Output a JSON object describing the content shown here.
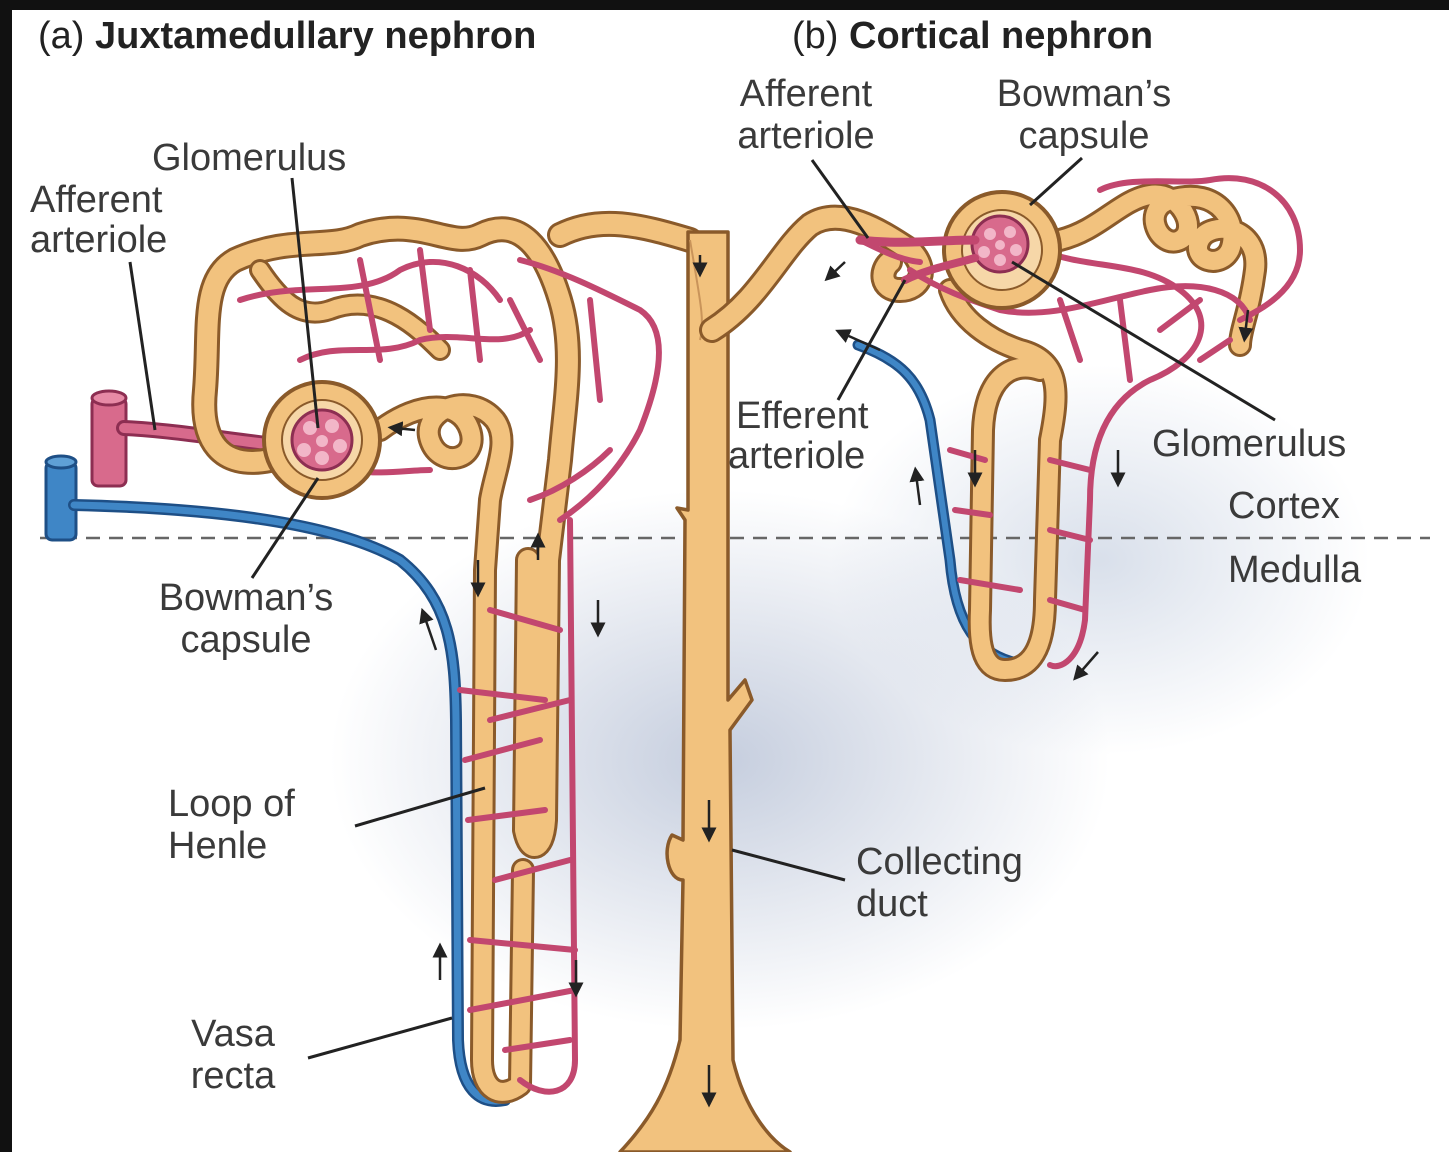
{
  "titles": {
    "a_prefix": "(a)",
    "a_name": "Juxtamedullary nephron",
    "b_prefix": "(b)",
    "b_name": "Cortical nephron"
  },
  "labels": {
    "glomerulus_a": "Glomerulus",
    "afferent_a_1": "Afferent",
    "afferent_a_2": "arteriole",
    "bowman_a_1": "Bowman’s",
    "bowman_a_2": "capsule",
    "loop_1": "Loop of",
    "loop_2": "Henle",
    "vasa_1": "Vasa",
    "vasa_2": "recta",
    "afferent_b_1": "Afferent",
    "afferent_b_2": "arteriole",
    "bowman_b_1": "Bowman’s",
    "bowman_b_2": "capsule",
    "efferent_b_1": "Efferent",
    "efferent_b_2": "arteriole",
    "glomerulus_b": "Glomerulus",
    "cortex": "Cortex",
    "medulla": "Medulla",
    "collecting_1": "Collecting",
    "collecting_2": "duct"
  },
  "colors": {
    "tubule": "#f2c27e",
    "tubule_edge": "#8a5a2a",
    "artery": "#d86a8c",
    "artery_edge": "#8d2e52",
    "vein": "#3f86c6",
    "vein_edge": "#1e4f86",
    "leader": "#222222"
  }
}
